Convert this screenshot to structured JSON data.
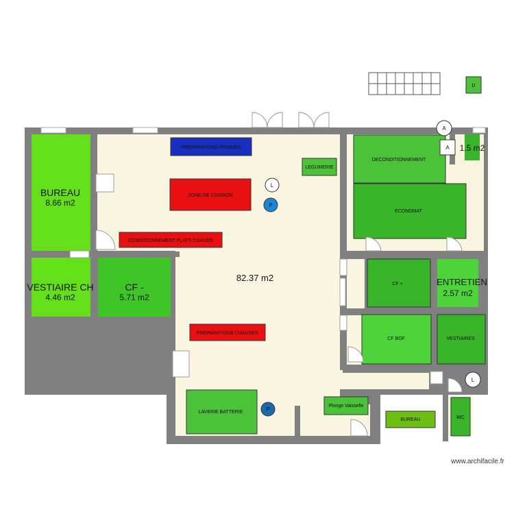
{
  "rooms": {
    "bureau": {
      "name": "BUREAU",
      "area": "8.66 m2"
    },
    "vestiaire_ch": {
      "name": "VESTIAIRE CH",
      "area": "4.46 m2"
    },
    "cf_minus": {
      "name": "CF -",
      "area": "5.71 m2"
    },
    "main": {
      "area": "82.37 m2"
    },
    "entretien": {
      "name": "ENTRETIEN",
      "area": "2.57 m2"
    },
    "small_top_right": {
      "area": "1.5 m2"
    }
  },
  "zones": {
    "preparations_froides": "PREPARATIONS FROIDES",
    "zone_cuisson": "ZONE DE CUISSON",
    "conditionnement": "CONDITIONNEMENT PLATS CHAUDS",
    "preparations_chaudes": "PREPARATIONS CHAUDES",
    "legumerie": "LEGUMERIE",
    "deconditionnement": "DECONDITIONNEMENT",
    "economat": "ECONOMAT",
    "cf_plus": "CF +",
    "cf_bof": "CF BOF",
    "vestiaires": "VESTIAIRES",
    "laverie_batterie": "LAVERIE BATTERIE",
    "plonge_vaisselle": "Plonge Vaisselle",
    "bureau_small": "BUREAU",
    "wc": "WC",
    "d_box": "D"
  },
  "symbols": {
    "l": "L",
    "p": "P",
    "a": "A"
  },
  "credit": "www.archifacile.fr",
  "colors": {
    "wall": "#808080",
    "floor": "#faf5e1",
    "room_green": "#64e01a",
    "fixture_green": "#4cc23a",
    "fixture_dark_green": "#3ab52a",
    "red": "#e81010",
    "blue": "#1a2fbf",
    "p_blue": "#1a86d6"
  }
}
